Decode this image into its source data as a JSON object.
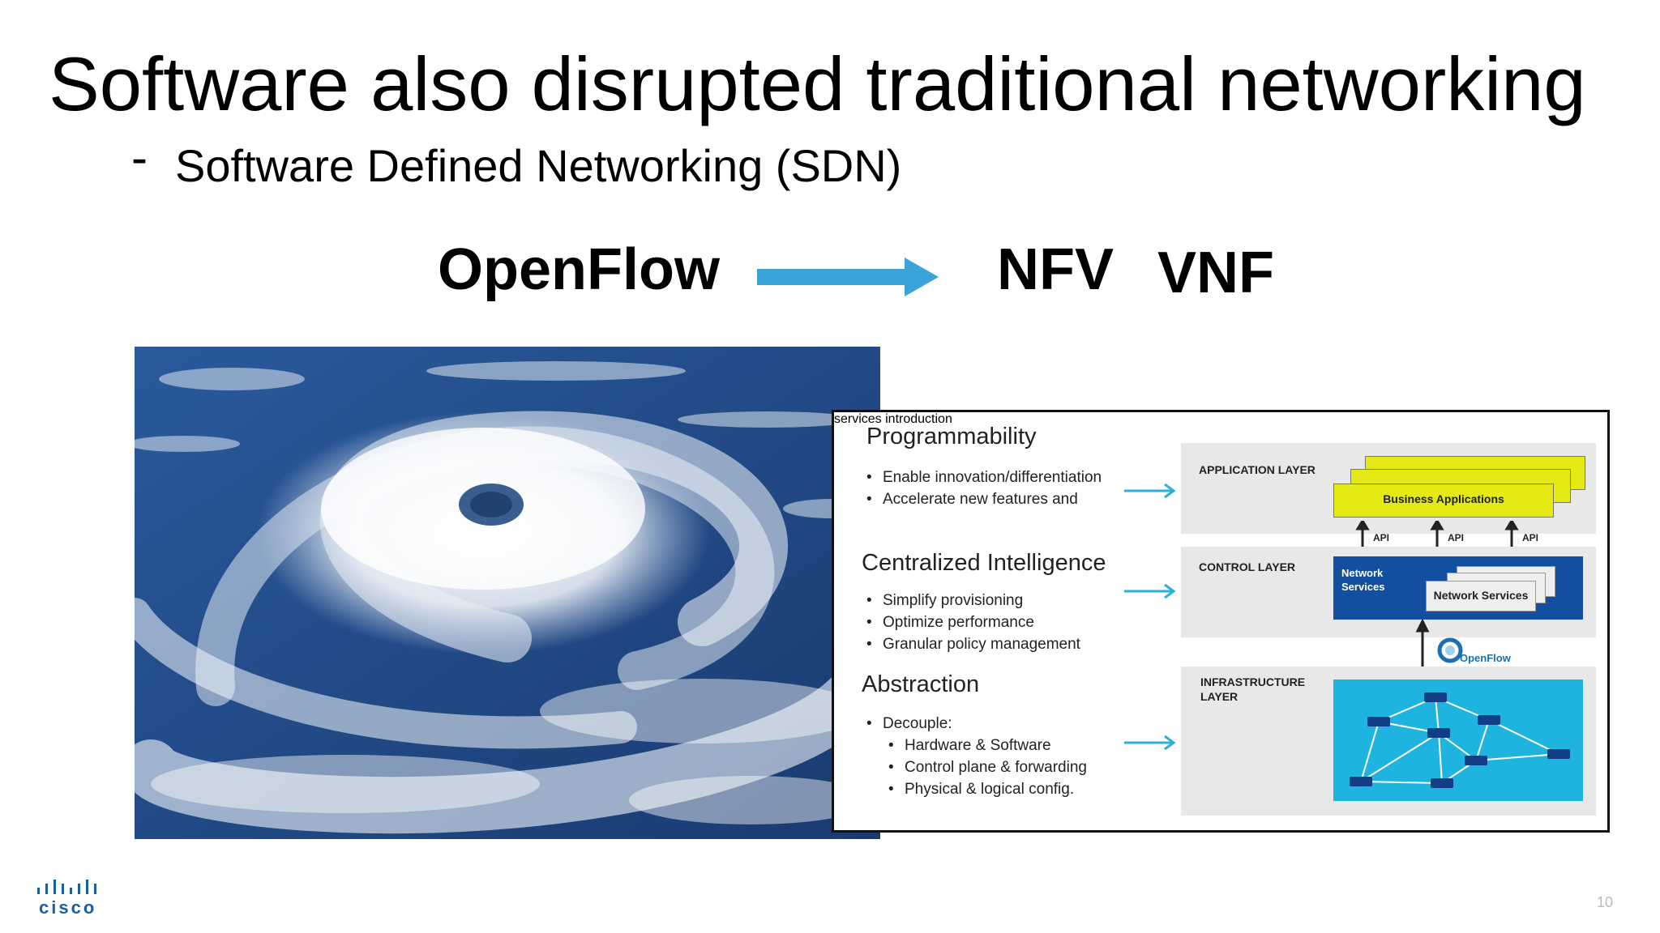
{
  "slide": {
    "title": "Software also disrupted traditional networking",
    "subtitle_dash": "-",
    "subtitle": "Software Defined Networking (SDN)",
    "keywords": {
      "openflow": "OpenFlow",
      "nfv": "NFV",
      "vnf": "VNF"
    },
    "page_number": "10",
    "logo_text": "cisco"
  },
  "diagram": {
    "sections": [
      {
        "heading": "Programmability",
        "bullets": [
          "Enable innovation/differentiation",
          "Accelerate new features and",
          "services introduction"
        ]
      },
      {
        "heading": "Centralized Intelligence",
        "bullets": [
          "Simplify provisioning",
          "Optimize performance",
          "Granular policy management"
        ]
      },
      {
        "heading": "Abstraction",
        "bullets": [
          "Decouple:",
          "Hardware & Software",
          "Control plane & forwarding",
          "Physical & logical config."
        ]
      }
    ],
    "layers": {
      "application": {
        "label": "APPLICATION LAYER",
        "card": "Business Applications"
      },
      "api": "API",
      "control": {
        "label": "CONTROL LAYER",
        "network_services": "Network Services",
        "network_services_stack": "Network\nServices"
      },
      "openflow": "OpenFlow",
      "infrastructure": {
        "label": "INFRASTRUCTURE\nLAYER"
      }
    }
  },
  "colors": {
    "arrow_blue": "#3aa3d8",
    "app_yellow": "#e6ea14",
    "control_blue": "#124f9e",
    "infra_cyan": "#1fb4e0",
    "cisco_blue": "#1a5fa0"
  }
}
